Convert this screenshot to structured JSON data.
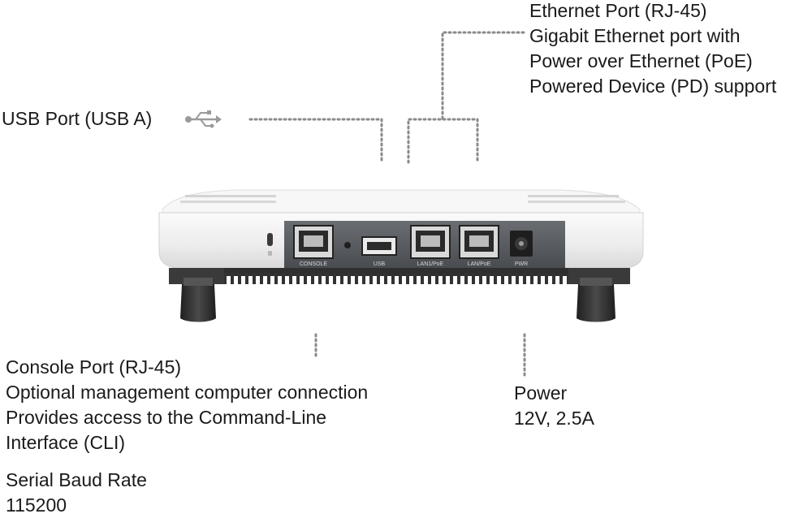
{
  "usb_label": {
    "lines": [
      "USB Port (USB A)"
    ]
  },
  "ethernet_label": {
    "lines": [
      "Ethernet Port (RJ-45)",
      "Gigabit Ethernet port with",
      "Power over Ethernet (PoE)",
      "Powered Device (PD) support"
    ]
  },
  "console_label": {
    "lines": [
      "Console Port (RJ-45)",
      "Optional management computer connection",
      "Provides access to the Command-Line",
      "Interface (CLI)"
    ]
  },
  "baud_label": {
    "lines": [
      "Serial Baud Rate",
      "115200"
    ]
  },
  "power_label": {
    "lines": [
      "Power",
      "12V, 2.5A"
    ]
  },
  "device": {
    "port_labels": {
      "console": "CONSOLE",
      "usb": "USB",
      "lan1": "LAN1/PoE",
      "lan2": "LAN/PoE",
      "power": "PWR"
    }
  },
  "colors": {
    "text": "#1a1a1a",
    "leader": "#8a8a8a",
    "housing": "#eeeeee",
    "panel": "#55585c",
    "feet": "#2e2e2e"
  }
}
